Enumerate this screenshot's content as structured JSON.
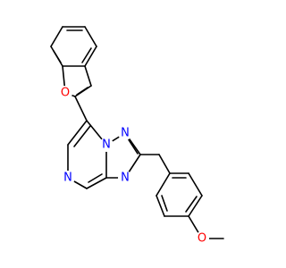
{
  "atom_labels": {
    "furan_oxygen": "O",
    "bridgehead_nitrogen": "N",
    "triazole_nitrogen_top": "N",
    "triazole_nitrogen_lower": "N",
    "pyrimidine_nitrogen": "N",
    "methoxy_oxygen": "O"
  },
  "colors": {
    "oxygen": "#ff0000",
    "nitrogen": "#0000ff",
    "bond": "#000000",
    "background": "#ffffff"
  }
}
